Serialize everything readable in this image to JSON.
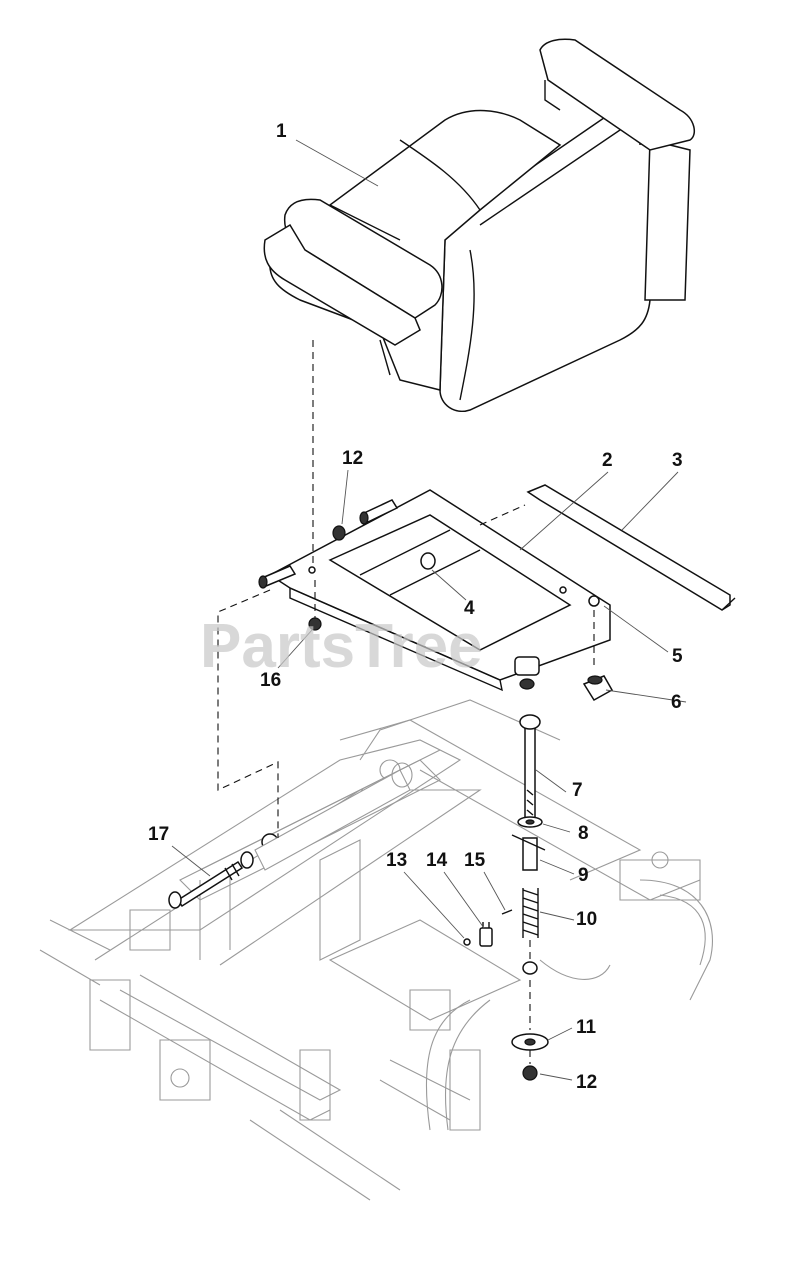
{
  "diagram": {
    "watermark": "PartsTree",
    "callouts": {
      "c1": "1",
      "c2": "2",
      "c3": "3",
      "c4": "4",
      "c5": "5",
      "c6": "6",
      "c7": "7",
      "c8": "8",
      "c9": "9",
      "c10": "10",
      "c11": "11",
      "c12a": "12",
      "c12b": "12",
      "c13": "13",
      "c14": "14",
      "c15": "15",
      "c16": "16",
      "c17": "17"
    }
  }
}
